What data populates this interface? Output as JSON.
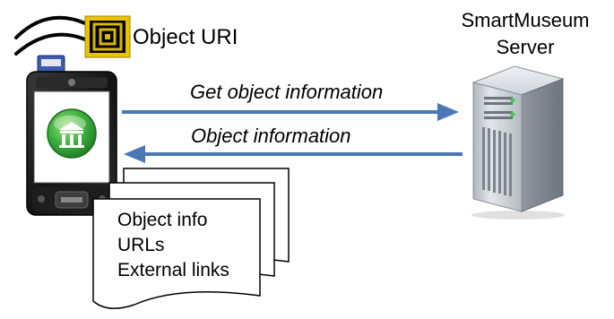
{
  "labels": {
    "object_uri": "Object URI",
    "server_line1": "SmartMuseum",
    "server_line2": "Server",
    "request": "Get object information",
    "response": "Object information"
  },
  "document": {
    "lines": [
      "Object info",
      "URLs",
      "External links"
    ]
  },
  "icons": {
    "device": "pda-phone-icon",
    "server": "server-tower-icon",
    "tag": "rfid-tag-icon",
    "signal": "wireless-signal-icon",
    "app": "museum-app-icon"
  },
  "colors": {
    "arrow": "#4a78b4",
    "device_body": "#1a1a1a",
    "screen": "#ffffff",
    "server_body": "#c9ced4",
    "tag_border": "#c8a400",
    "app_green": "#3cae3c"
  }
}
